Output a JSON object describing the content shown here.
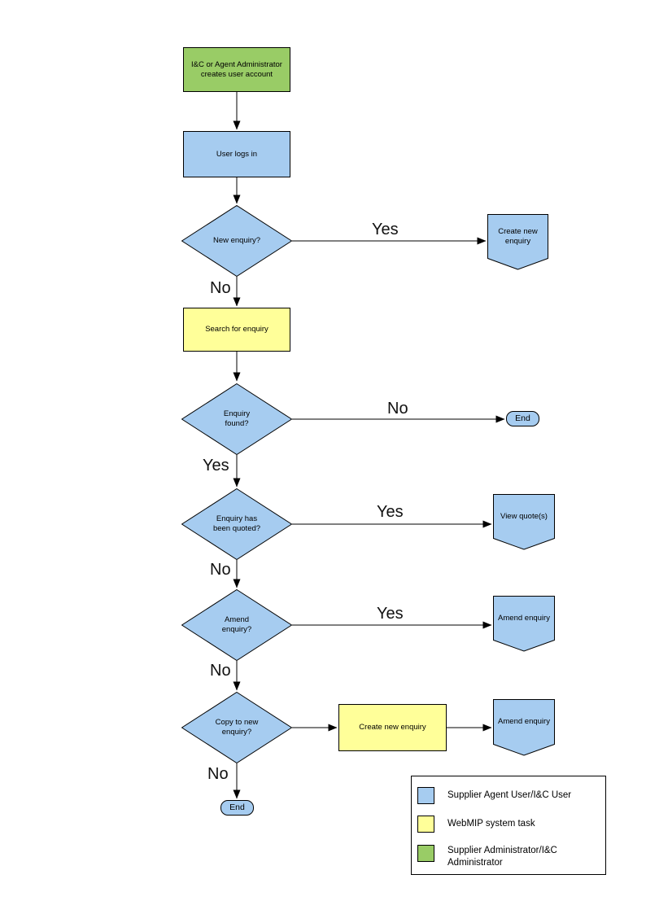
{
  "flowchart": {
    "nodes": {
      "admin_creates_account": "I&C or Agent Administrator\ncreates user account",
      "user_logs_in": "User logs in",
      "new_enquiry_q": "New enquiry?",
      "create_new_enquiry_top": "Create new\nenquiry",
      "search_for_enquiry": "Search for enquiry",
      "enquiry_found_q": "Enquiry\nfound?",
      "end_right": "End",
      "enquiry_quoted_q": "Enquiry has\nbeen quoted?",
      "view_quotes": "View quote(s)",
      "amend_enquiry_q": "Amend\nenquiry?",
      "amend_enquiry_1": "Amend enquiry",
      "copy_to_new_q": "Copy to new\nenquiry?",
      "create_new_enquiry_mid": "Create new enquiry",
      "amend_enquiry_2": "Amend enquiry",
      "end_bottom": "End"
    },
    "edge_labels": {
      "new_enquiry_yes": "Yes",
      "new_enquiry_no": "No",
      "enquiry_found_no": "No",
      "enquiry_found_yes": "Yes",
      "quoted_yes": "Yes",
      "quoted_no": "No",
      "amend_yes": "Yes",
      "amend_no": "No",
      "copy_no": "No"
    },
    "colors": {
      "user_action_blue": "#a6ccf0",
      "system_task_yellow": "#ffff99",
      "admin_green": "#99cc66",
      "line": "#000000"
    }
  },
  "legend": {
    "items": [
      {
        "label": "Supplier Agent User/I&C User",
        "color": "#a6ccf0"
      },
      {
        "label": "WebMIP system task",
        "color": "#ffff99"
      },
      {
        "label": "Supplier Administrator/I&C Administrator",
        "color": "#99cc66"
      }
    ]
  }
}
